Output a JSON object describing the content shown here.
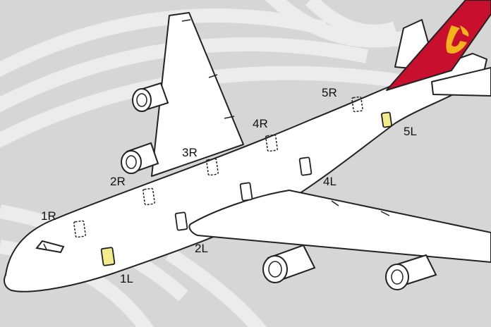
{
  "colors": {
    "background": "#d6d6d6",
    "background_swirl": "#ececec",
    "fuselage": "#ffffff",
    "outline": "#222222",
    "tail_red": "#c8102e",
    "logo_gold": "#f2b31c",
    "highlight_door": "#f4ec8a",
    "label_text": "#111111"
  },
  "door_labels": {
    "l1": "1L",
    "l2": "2L",
    "l4": "4L",
    "l5": "5L",
    "r1": "1R",
    "r2": "2R",
    "r3": "3R",
    "r4": "4R",
    "r5": "5R"
  },
  "icons": {
    "tail_logo": "phoenix-logo-icon"
  }
}
